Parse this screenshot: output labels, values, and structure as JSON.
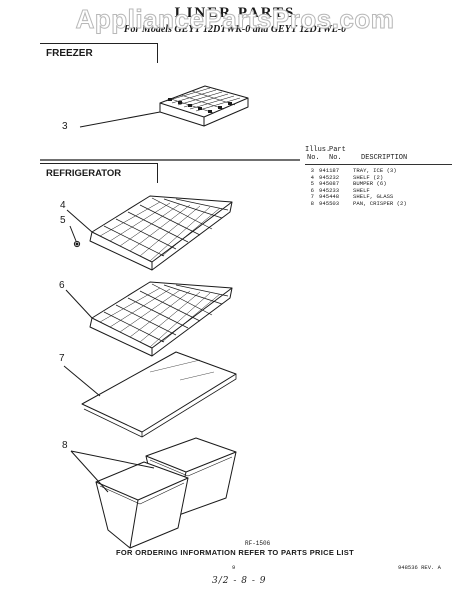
{
  "header": {
    "watermark": "AppliancePartsPros.com",
    "title": "LINER PARTS",
    "subtitle": "For Models GEYT 12DTWK-0 and GEYT 12DTWL-0"
  },
  "sections": {
    "freezer": "FREEZER",
    "refrigerator": "REFRIGERATOR"
  },
  "table": {
    "header": {
      "illus_line1": "Illus.",
      "illus_line2": "No.",
      "part_line1": "Part",
      "part_line2": "No.",
      "description": "DESCRIPTION"
    },
    "rows": [
      {
        "illus": "3",
        "part": "941187",
        "description": "TRAY, ICE (3)"
      },
      {
        "illus": "4",
        "part": "945232",
        "description": "SHELF (2)"
      },
      {
        "illus": "5",
        "part": "945087",
        "description": "BUMPER (6)"
      },
      {
        "illus": "6",
        "part": "945233",
        "description": "SHELF"
      },
      {
        "illus": "7",
        "part": "945448",
        "description": "SHELF, GLASS"
      },
      {
        "illus": "8",
        "part": "945503",
        "description": "PAN, CRISPER (2)"
      }
    ]
  },
  "callouts": [
    "3",
    "4",
    "5",
    "6",
    "7",
    "8"
  ],
  "footer": {
    "figure_ref": "RF-1506",
    "ordering_note": "FOR ORDERING INFORMATION REFER TO PARTS PRICE LIST",
    "page_number": "9",
    "doc_ref": "948536 REV. A",
    "handwritten_date": "3/2 - 8 - 9"
  },
  "colors": {
    "ink": "#1a1a1a",
    "watermark": "#b8b8b8",
    "background": "#ffffff"
  }
}
